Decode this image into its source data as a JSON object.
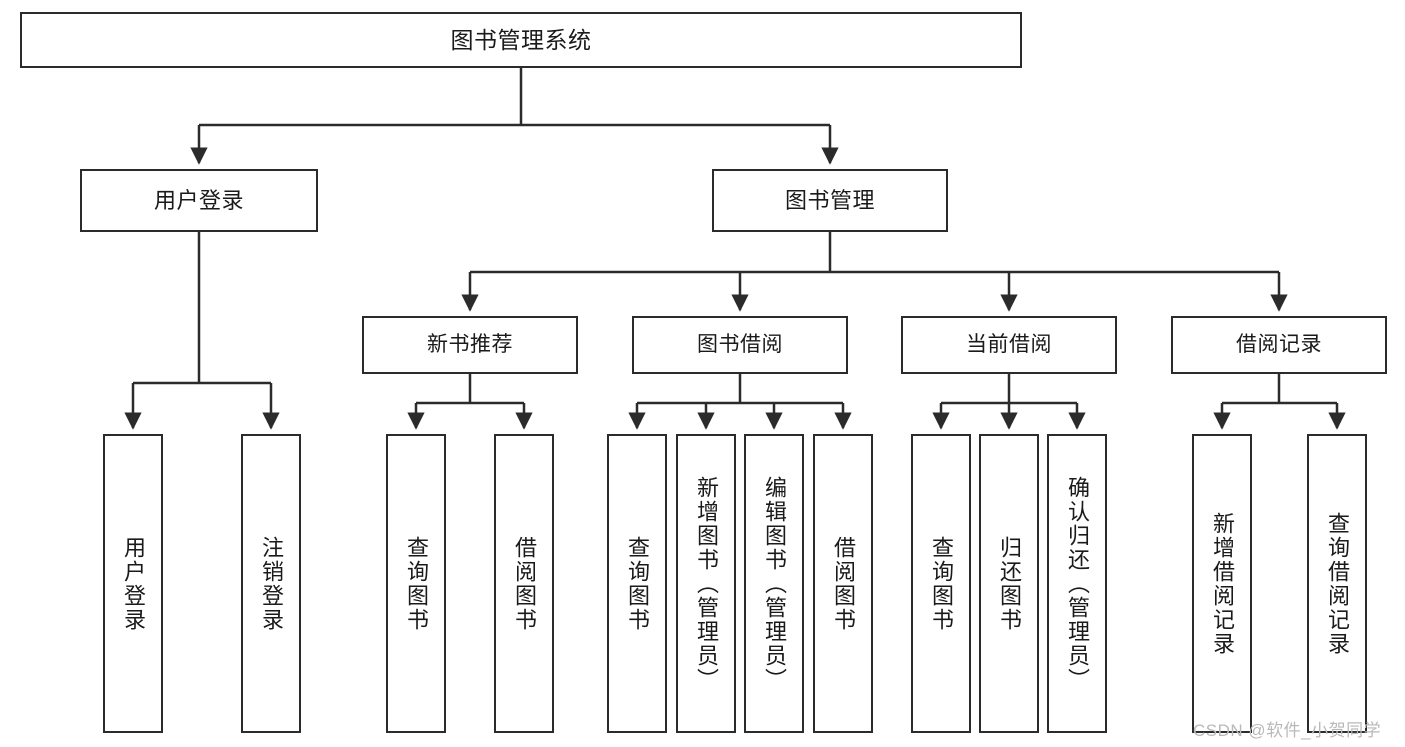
{
  "diagram": {
    "title": "图书管理系统",
    "root": {
      "label": "图书管理系统"
    },
    "level2": [
      {
        "label": "用户登录"
      },
      {
        "label": "图书管理"
      }
    ],
    "level3": [
      {
        "label": "新书推荐"
      },
      {
        "label": "图书借阅"
      },
      {
        "label": "当前借阅"
      },
      {
        "label": "借阅记录"
      }
    ],
    "leaves": [
      {
        "label": "用户登录"
      },
      {
        "label": "注销登录"
      },
      {
        "label": "查询图书"
      },
      {
        "label": "借阅图书"
      },
      {
        "label": "查询图书"
      },
      {
        "label": "新增图书（管理员）"
      },
      {
        "label": "编辑图书（管理员）"
      },
      {
        "label": "借阅图书"
      },
      {
        "label": "查询图书"
      },
      {
        "label": "归还图书"
      },
      {
        "label": "确认归还（管理员）"
      },
      {
        "label": "新增借阅记录"
      },
      {
        "label": "查询借阅记录"
      }
    ],
    "watermark": "CSDN @软件_小贺同学",
    "colors": {
      "stroke": "#2b2b2b",
      "background": "#ffffff",
      "text": "#1a1a1a",
      "watermark": "#b9b9b9"
    }
  }
}
